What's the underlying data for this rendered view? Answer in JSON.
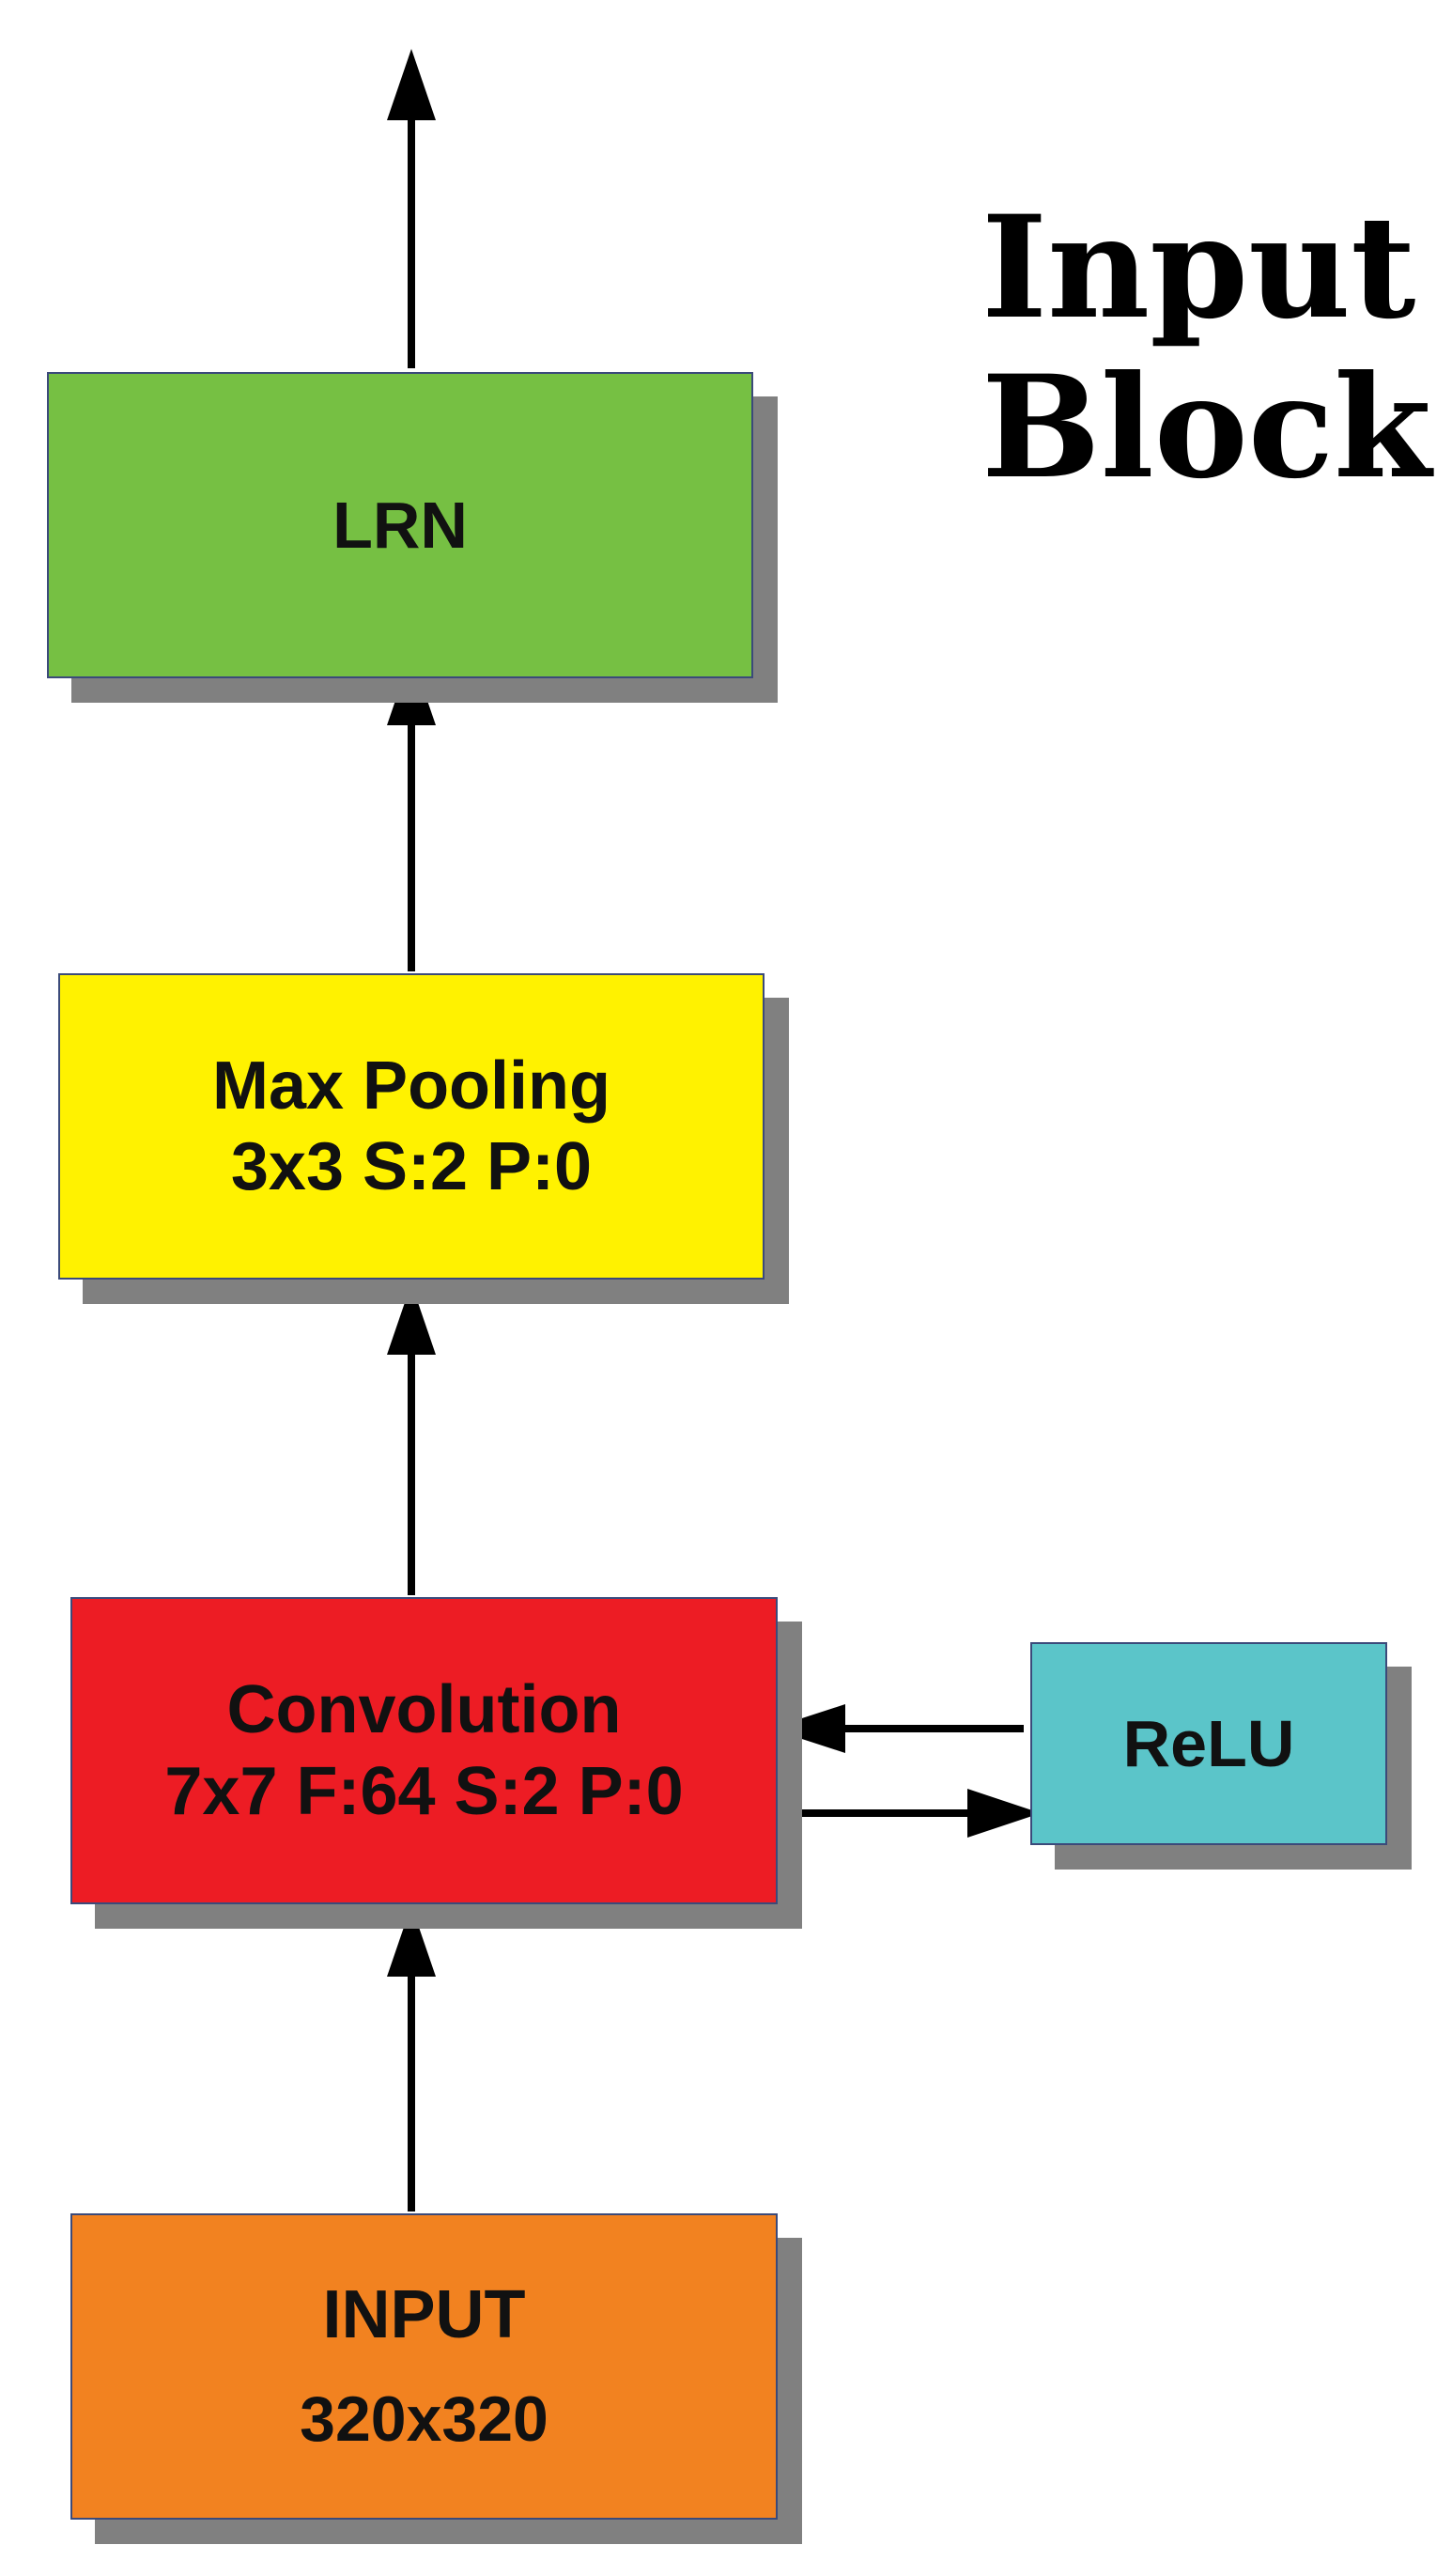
{
  "diagram": {
    "title_lines": [
      "Input",
      "Block"
    ],
    "nodes": {
      "lrn": {
        "lines": [
          "LRN"
        ],
        "color": "#76c043"
      },
      "maxpool": {
        "lines": [
          "Max Pooling",
          "3x3 S:2 P:0"
        ],
        "color": "#fff200"
      },
      "conv": {
        "lines": [
          "Convolution",
          "7x7 F:64 S:2 P:0"
        ],
        "color": "#ed1c24"
      },
      "relu": {
        "lines": [
          "ReLU"
        ],
        "color": "#5bc5c9"
      },
      "input": {
        "lines": [
          "INPUT",
          "320x320"
        ],
        "color": "#f28220"
      }
    },
    "edges": [
      {
        "from": "input",
        "to": "conv"
      },
      {
        "from": "conv",
        "to": "maxpool"
      },
      {
        "from": "maxpool",
        "to": "lrn"
      },
      {
        "from": "lrn",
        "to": "output"
      },
      {
        "from": "conv",
        "to": "relu"
      },
      {
        "from": "relu",
        "to": "conv"
      }
    ]
  }
}
